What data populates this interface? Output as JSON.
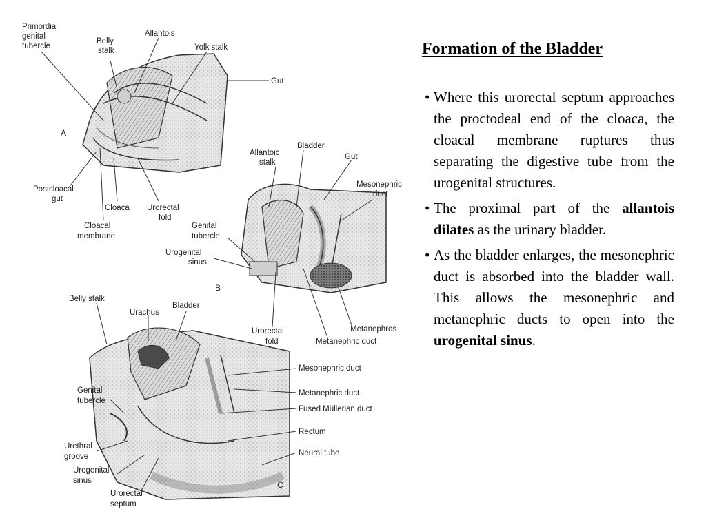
{
  "title": "Formation of the Bladder",
  "bullets": [
    {
      "segments": [
        {
          "text": "Where this urorectal septum approaches the proctodeal end of the cloaca, the cloacal membrane ruptures thus separating the digestive tube from the urogenital structures.",
          "bold": false
        }
      ]
    },
    {
      "segments": [
        {
          "text": "The proximal part of the ",
          "bold": false
        },
        {
          "text": "allantois dilates",
          "bold": true
        },
        {
          "text": " as the urinary bladder.",
          "bold": false
        }
      ]
    },
    {
      "segments": [
        {
          "text": "As the bladder enlarges, the mesonephric duct is absorbed into the bladder wall.  This allows the mesonephric and metanephric ducts to open into the ",
          "bold": false
        },
        {
          "text": "urogenital sinus",
          "bold": true
        },
        {
          "text": ".",
          "bold": false
        }
      ]
    }
  ],
  "figure": {
    "panel_a": {
      "letter": "A",
      "labels": [
        "Primordial",
        "genital",
        "tubercle",
        "Belly",
        "stalk",
        "Allantois",
        "Yolk stalk",
        "Gut",
        "Postcloacal",
        "gut",
        "Cloaca",
        "Urorectal",
        "fold",
        "Cloacal",
        "membrane"
      ]
    },
    "panel_b": {
      "letter": "B",
      "labels": [
        "Allantoic",
        "stalk",
        "Bladder",
        "Gut",
        "Mesonephric",
        "duct",
        "Genital",
        "tubercle",
        "Urogenital",
        "sinus",
        "Urorectal",
        "fold",
        "Metanephric duct",
        "Metanephros"
      ]
    },
    "panel_c": {
      "letter": "C",
      "labels": [
        "Belly stalk",
        "Urachus",
        "Bladder",
        "Mesonephric duct",
        "Metanephric duct",
        "Fused Müllerian duct",
        "Rectum",
        "Neural tube",
        "Genital",
        "tubercle",
        "Urethral",
        "groove",
        "Urogenital",
        "sinus",
        "Urorectal",
        "septum"
      ]
    }
  }
}
